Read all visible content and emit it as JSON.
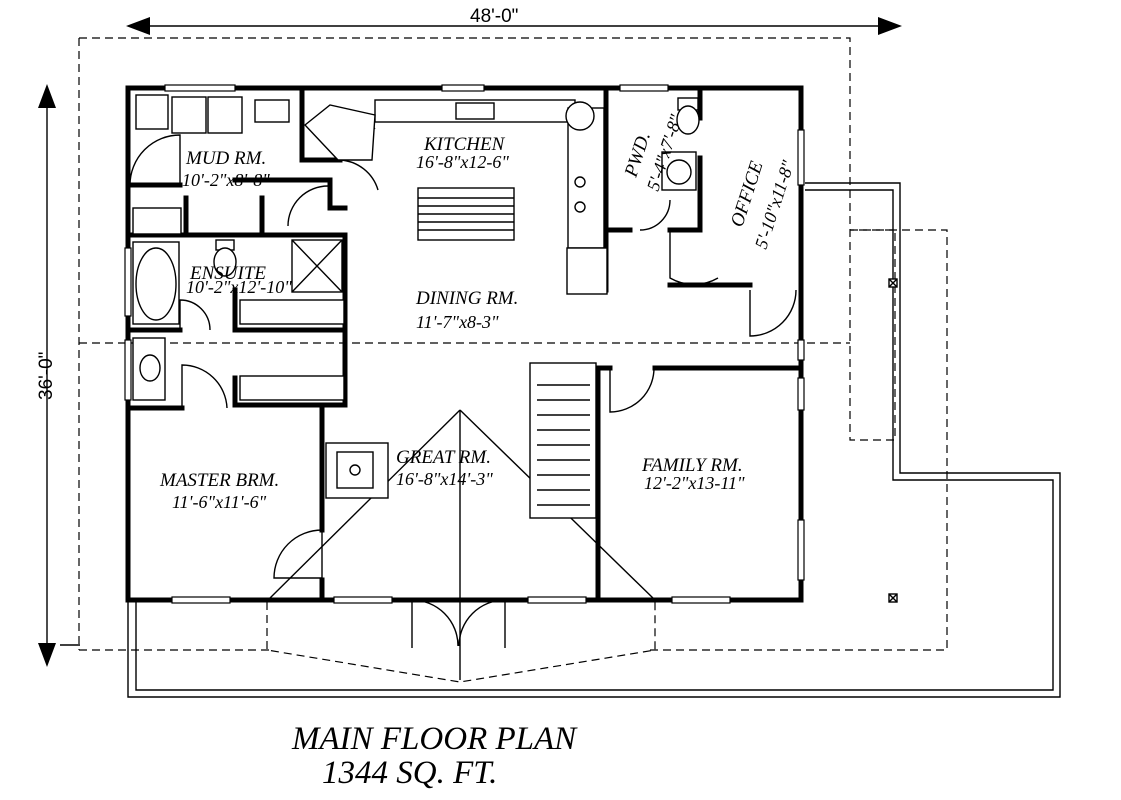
{
  "title": "MAIN FLOOR PLAN",
  "area": "1344 SQ. FT.",
  "overall_width": "48'-0\"",
  "overall_depth": "36'-0\"",
  "rooms": {
    "mud": {
      "name": "MUD RM.",
      "dims": "10'-2\"x8'-8\""
    },
    "kitchen": {
      "name": "KITCHEN",
      "dims": "16'-8\"x12-6\""
    },
    "pwd": {
      "name": "PWD.",
      "dims": "5'-4\"x7'-8\""
    },
    "office": {
      "name": "OFFICE",
      "dims": "5'-10\"x11-8\""
    },
    "ensuite": {
      "name": "ENSUITE",
      "dims": "10'-2\"x12'-10\""
    },
    "dining": {
      "name": "DINING RM.",
      "dims": "11'-7\"x8-3\""
    },
    "master": {
      "name": "MASTER BRM.",
      "dims": "11'-6\"x11'-6\""
    },
    "great": {
      "name": "GREAT RM.",
      "dims": "16'-8\"x14'-3\""
    },
    "family": {
      "name": "FAMILY RM.",
      "dims": "12'-2\"x13-11\""
    }
  }
}
